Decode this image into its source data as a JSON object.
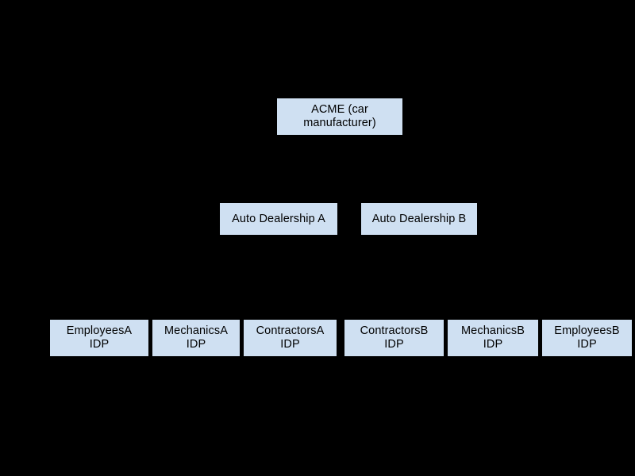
{
  "diagram": {
    "type": "hierarchy-tree",
    "background_color": "#000000",
    "node_fill_color": "#cfe0f2",
    "node_text_color": "#000000",
    "levels": 3,
    "root": {
      "id": "acme",
      "label": "ACME (car\nmanufacturer)"
    },
    "level2": [
      {
        "id": "dealership-a",
        "label": "Auto Dealership A"
      },
      {
        "id": "dealership-b",
        "label": "Auto Dealership B"
      }
    ],
    "level3": [
      {
        "id": "employees-a-idp",
        "label": "EmployeesA\nIDP"
      },
      {
        "id": "mechanics-a-idp",
        "label": "MechanicsA\nIDP"
      },
      {
        "id": "contractors-a-idp",
        "label": "ContractorsA\nIDP"
      },
      {
        "id": "contractors-b-idp",
        "label": "ContractorsB\nIDP"
      },
      {
        "id": "mechanics-b-idp",
        "label": "MechanicsB\nIDP"
      },
      {
        "id": "employees-b-idp",
        "label": "EmployeesB\nIDP"
      }
    ]
  }
}
